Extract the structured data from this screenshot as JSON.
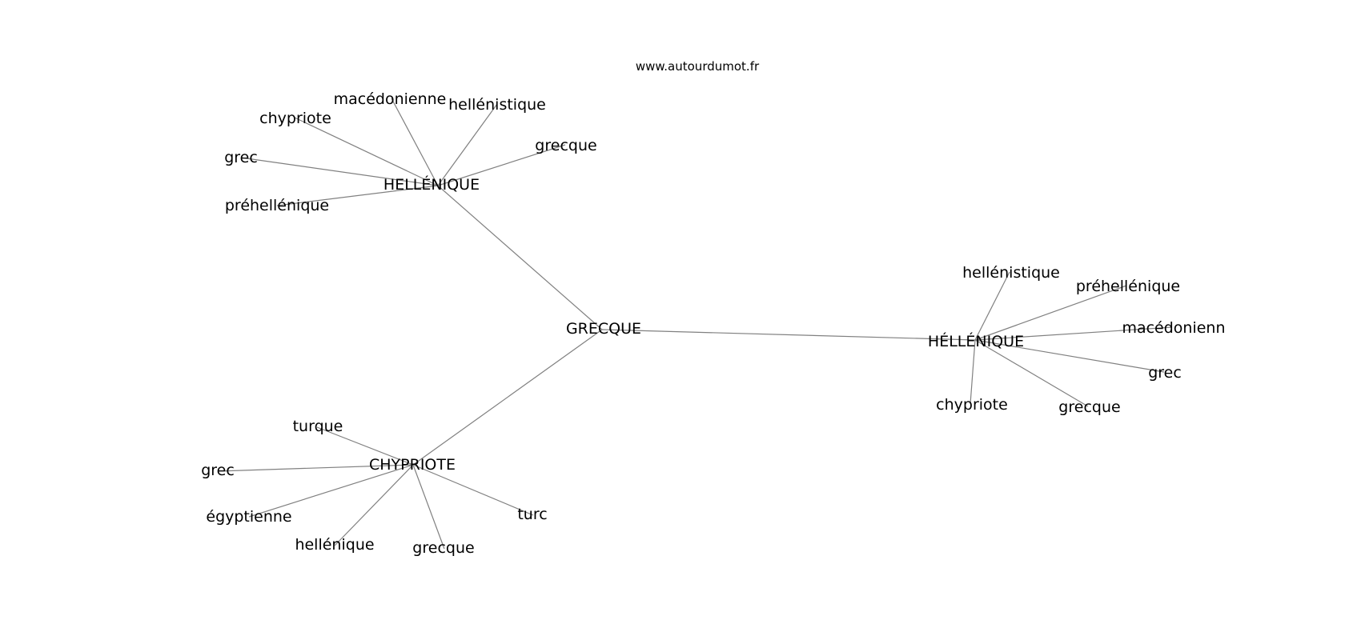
{
  "site": "www.autourdumot.fr",
  "edge_color": "#808080",
  "graph": {
    "center": "GRECQUE",
    "hubs": [
      {
        "label": "HELLÉNIQUE",
        "leaves": [
          "macédonienne",
          "hellénistique",
          "chypriote",
          "grecque",
          "grec",
          "préhellénique"
        ]
      },
      {
        "label": "HÉLLÉNIQUE",
        "leaves": [
          "hellénistique",
          "préhellénique",
          "macédonienn",
          "grec",
          "grecque",
          "chypriote"
        ]
      },
      {
        "label": "CHYPRIOTE",
        "leaves": [
          "turque",
          "grec",
          "égyptienne",
          "hellénique",
          "grecque",
          "turc"
        ]
      }
    ]
  }
}
